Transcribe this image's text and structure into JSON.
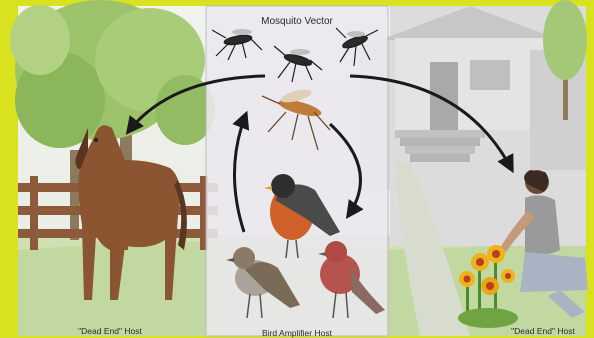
{
  "diagram": {
    "title": "Mosquito Vector",
    "labels": {
      "horse_host": "\"Dead End\" Host",
      "bird_host": "Bird Amplifier Host",
      "human_host": "\"Dead End\" Host"
    }
  },
  "colors": {
    "border": "#d9e21f",
    "sky": "#e9eee6",
    "grass": "#cfe0b3",
    "center_panel": "#ece9ef",
    "arrow": "#1a1a1a",
    "horse": "#8a5530",
    "robin_breast": "#d0612a",
    "house_finch": "#b5544f",
    "flower": "#f0b11c"
  },
  "icons": [
    "tree-icon",
    "horse-icon",
    "fence-icon",
    "house-icon",
    "mosquito-icon",
    "robin-icon",
    "sparrow-icon",
    "finch-icon",
    "gardener-icon",
    "flower-icon"
  ]
}
